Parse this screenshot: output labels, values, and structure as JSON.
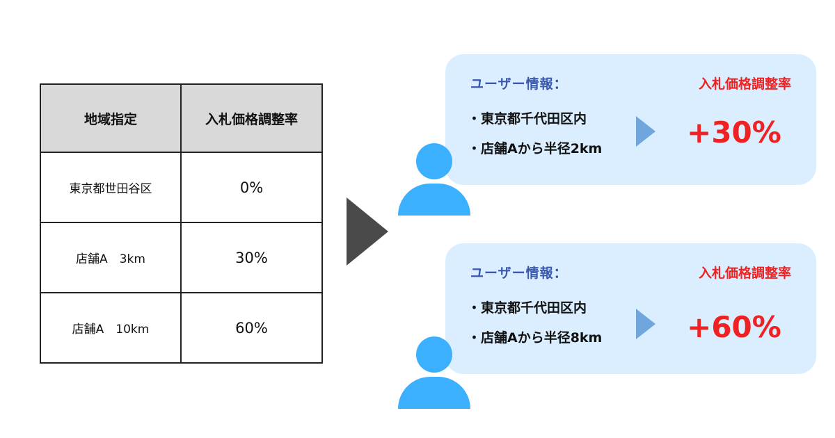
{
  "table": {
    "headers": [
      "地域指定",
      "入札価格調整率"
    ],
    "rows": [
      [
        "東京都世田谷区",
        "0%"
      ],
      [
        "店舗A　3km",
        "30%"
      ],
      [
        "店舗A　10km",
        "60%"
      ]
    ]
  },
  "users": [
    {
      "info_label": "ユーザー情報：",
      "rate_label": "入札価格調整率",
      "lines": [
        "・東京都千代田区内",
        "・店舗Aから半径2km"
      ],
      "rate": "+30%"
    },
    {
      "info_label": "ユーザー情報：",
      "rate_label": "入札価格調整率",
      "lines": [
        "・東京都千代田区内",
        "・店舗Aから半径8km"
      ],
      "rate": "+60%"
    }
  ],
  "colors": {
    "header_bg": "#d9d9d9",
    "bubble_bg": "#dbeeff",
    "info_label": "#3a58b0",
    "rate_red": "#ee2222",
    "person_icon": "#3bb0ff",
    "arrow_dark": "#4a4a4a",
    "arrow_light": "#6fa6de"
  },
  "icons": {
    "person": "person-icon",
    "big_arrow": "triangle-right-icon",
    "small_arrow": "triangle-right-icon"
  }
}
